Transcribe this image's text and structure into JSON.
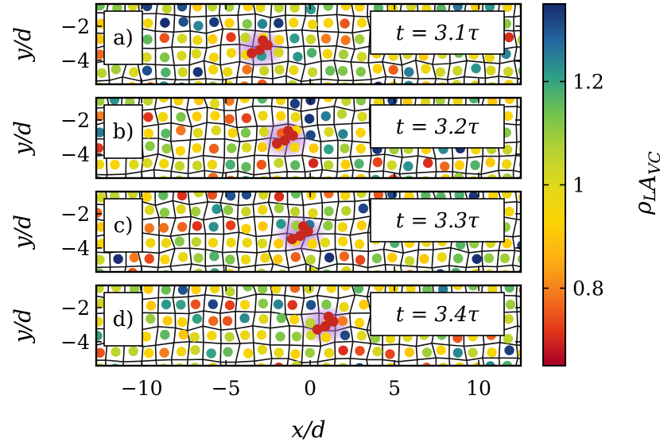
{
  "chart_data": {
    "type": "scatter",
    "xlabel": "x/d",
    "ylabel": "y/d",
    "xlim": [
      -12.7,
      12.5
    ],
    "ylim": [
      -5.4,
      -0.7
    ],
    "xticks": [
      -10,
      -5,
      0,
      5,
      10
    ],
    "yticks": [
      -2,
      -4
    ],
    "panels": [
      {
        "label": "a)",
        "time": "t = 3.1τ",
        "cluster": {
          "x": -3.0,
          "y": -3.3
        }
      },
      {
        "label": "b)",
        "time": "t = 3.2τ",
        "cluster": {
          "x": -1.5,
          "y": -3.1
        }
      },
      {
        "label": "c)",
        "time": "t = 3.3τ",
        "cluster": {
          "x": -0.6,
          "y": -3.2
        }
      },
      {
        "label": "d)",
        "time": "t = 3.4τ",
        "cluster": {
          "x": 0.9,
          "y": -3.0
        }
      }
    ],
    "colorbar": {
      "label": "ρ_L A_VC",
      "ticks": [
        {
          "value": 0.8,
          "text": "0.8"
        },
        {
          "value": 1.0,
          "text": "1"
        },
        {
          "value": 1.2,
          "text": "1.2"
        }
      ],
      "range": [
        0.65,
        1.35
      ],
      "colormap": [
        "#a50026",
        "#e4381a",
        "#f57b1e",
        "#fdb114",
        "#fbd405",
        "#e0d81b",
        "#b2d235",
        "#6fc24e",
        "#2d9e8a",
        "#24659f",
        "#172b6d"
      ]
    }
  }
}
